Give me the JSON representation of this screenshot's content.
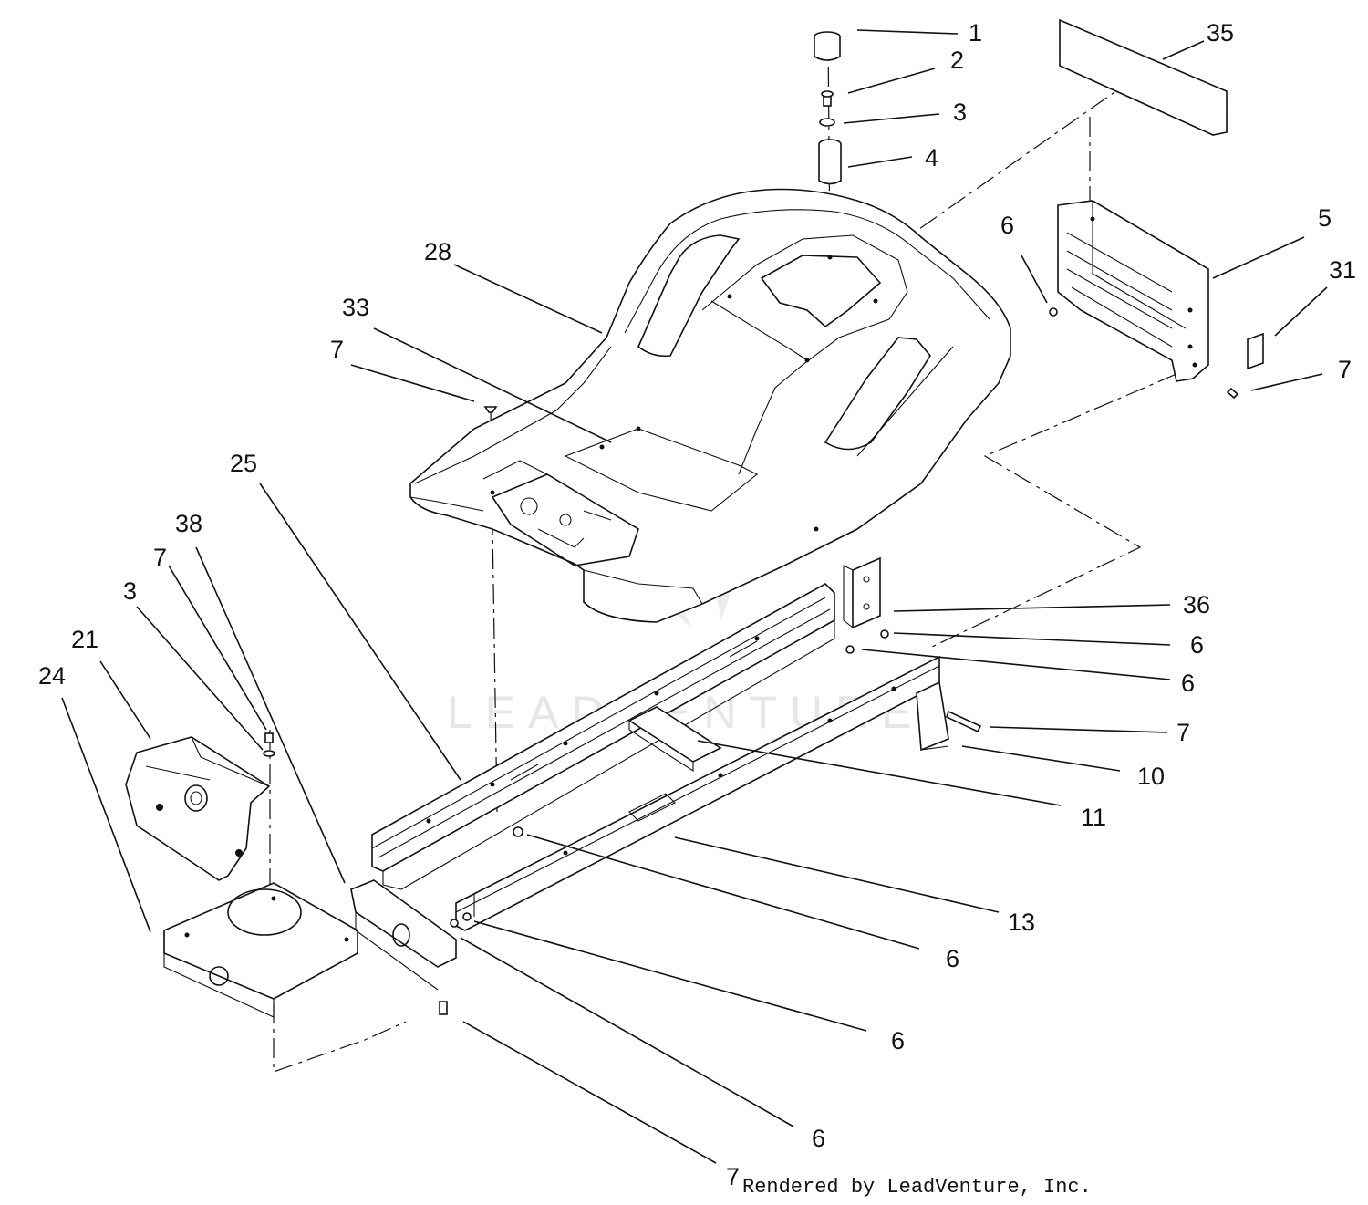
{
  "diagram": {
    "watermark": "LEADVENTURE",
    "footer": "Rendered by LeadVenture, Inc.",
    "callouts": [
      {
        "id": "c1",
        "label": "1"
      },
      {
        "id": "c2",
        "label": "2"
      },
      {
        "id": "c3a",
        "label": "3"
      },
      {
        "id": "c4",
        "label": "4"
      },
      {
        "id": "c35",
        "label": "35"
      },
      {
        "id": "c6a",
        "label": "6"
      },
      {
        "id": "c5",
        "label": "5"
      },
      {
        "id": "c31",
        "label": "31"
      },
      {
        "id": "c7a",
        "label": "7"
      },
      {
        "id": "c28",
        "label": "28"
      },
      {
        "id": "c33",
        "label": "33"
      },
      {
        "id": "c7b",
        "label": "7"
      },
      {
        "id": "c25",
        "label": "25"
      },
      {
        "id": "c38",
        "label": "38"
      },
      {
        "id": "c7c",
        "label": "7"
      },
      {
        "id": "c3b",
        "label": "3"
      },
      {
        "id": "c21",
        "label": "21"
      },
      {
        "id": "c24",
        "label": "24"
      },
      {
        "id": "c36",
        "label": "36"
      },
      {
        "id": "c6b",
        "label": "6"
      },
      {
        "id": "c6c",
        "label": "6"
      },
      {
        "id": "c7d",
        "label": "7"
      },
      {
        "id": "c10",
        "label": "10"
      },
      {
        "id": "c11",
        "label": "11"
      },
      {
        "id": "c13",
        "label": "13"
      },
      {
        "id": "c6d",
        "label": "6"
      },
      {
        "id": "c6e",
        "label": "6"
      },
      {
        "id": "c6f",
        "label": "6"
      },
      {
        "id": "c7e",
        "label": "7"
      }
    ]
  }
}
